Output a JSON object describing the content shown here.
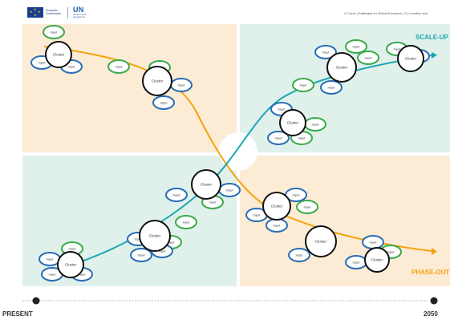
{
  "header": {
    "eu_text": "European Commission",
    "un_logo": "UN",
    "un_sub": "environment programme",
    "right_text": "X-Curve | Pathways for Global Economic | Co-creation tool"
  },
  "labels": {
    "scale_up": "SCALE-UP",
    "phase_out": "PHASE-OUT",
    "present": "PRESENT",
    "end_year": "2050",
    "cluster": "Cluster",
    "input": "Input"
  },
  "colors": {
    "orange_curve": "#f5a30f",
    "teal_curve": "#1ba6b3",
    "input_green": "#3aaa4a",
    "input_blue": "#2a6db5",
    "cluster_black": "#111111",
    "quad_orange": "#fcecd5",
    "quad_green": "#dff1ea"
  }
}
